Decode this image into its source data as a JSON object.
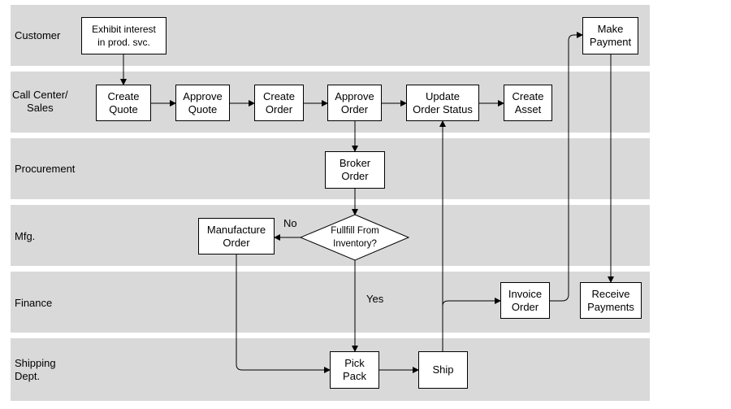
{
  "lanes": {
    "customer": "Customer",
    "call_center": "Call Center/\nSales",
    "procurement": "Procurement",
    "mfg": "Mfg.",
    "finance": "Finance",
    "shipping": "Shipping\nDept."
  },
  "nodes": {
    "exhibit_interest": "Exhibit interest\nin prod. svc.",
    "make_payment": "Make\nPayment",
    "create_quote": "Create\nQuote",
    "approve_quote": "Approve\nQuote",
    "create_order": "Create\nOrder",
    "approve_order": "Approve\nOrder",
    "update_order_status": "Update\nOrder Status",
    "create_asset": "Create\nAsset",
    "broker_order": "Broker\nOrder",
    "manufacture_order": "Manufacture\nOrder",
    "fulfill_decision": "Fullfill From\nInventory?",
    "invoice_order": "Invoice\nOrder",
    "receive_payments": "Receive\nPayments",
    "pick_pack": "Pick\nPack",
    "ship": "Ship"
  },
  "edge_labels": {
    "no": "No",
    "yes": "Yes"
  }
}
